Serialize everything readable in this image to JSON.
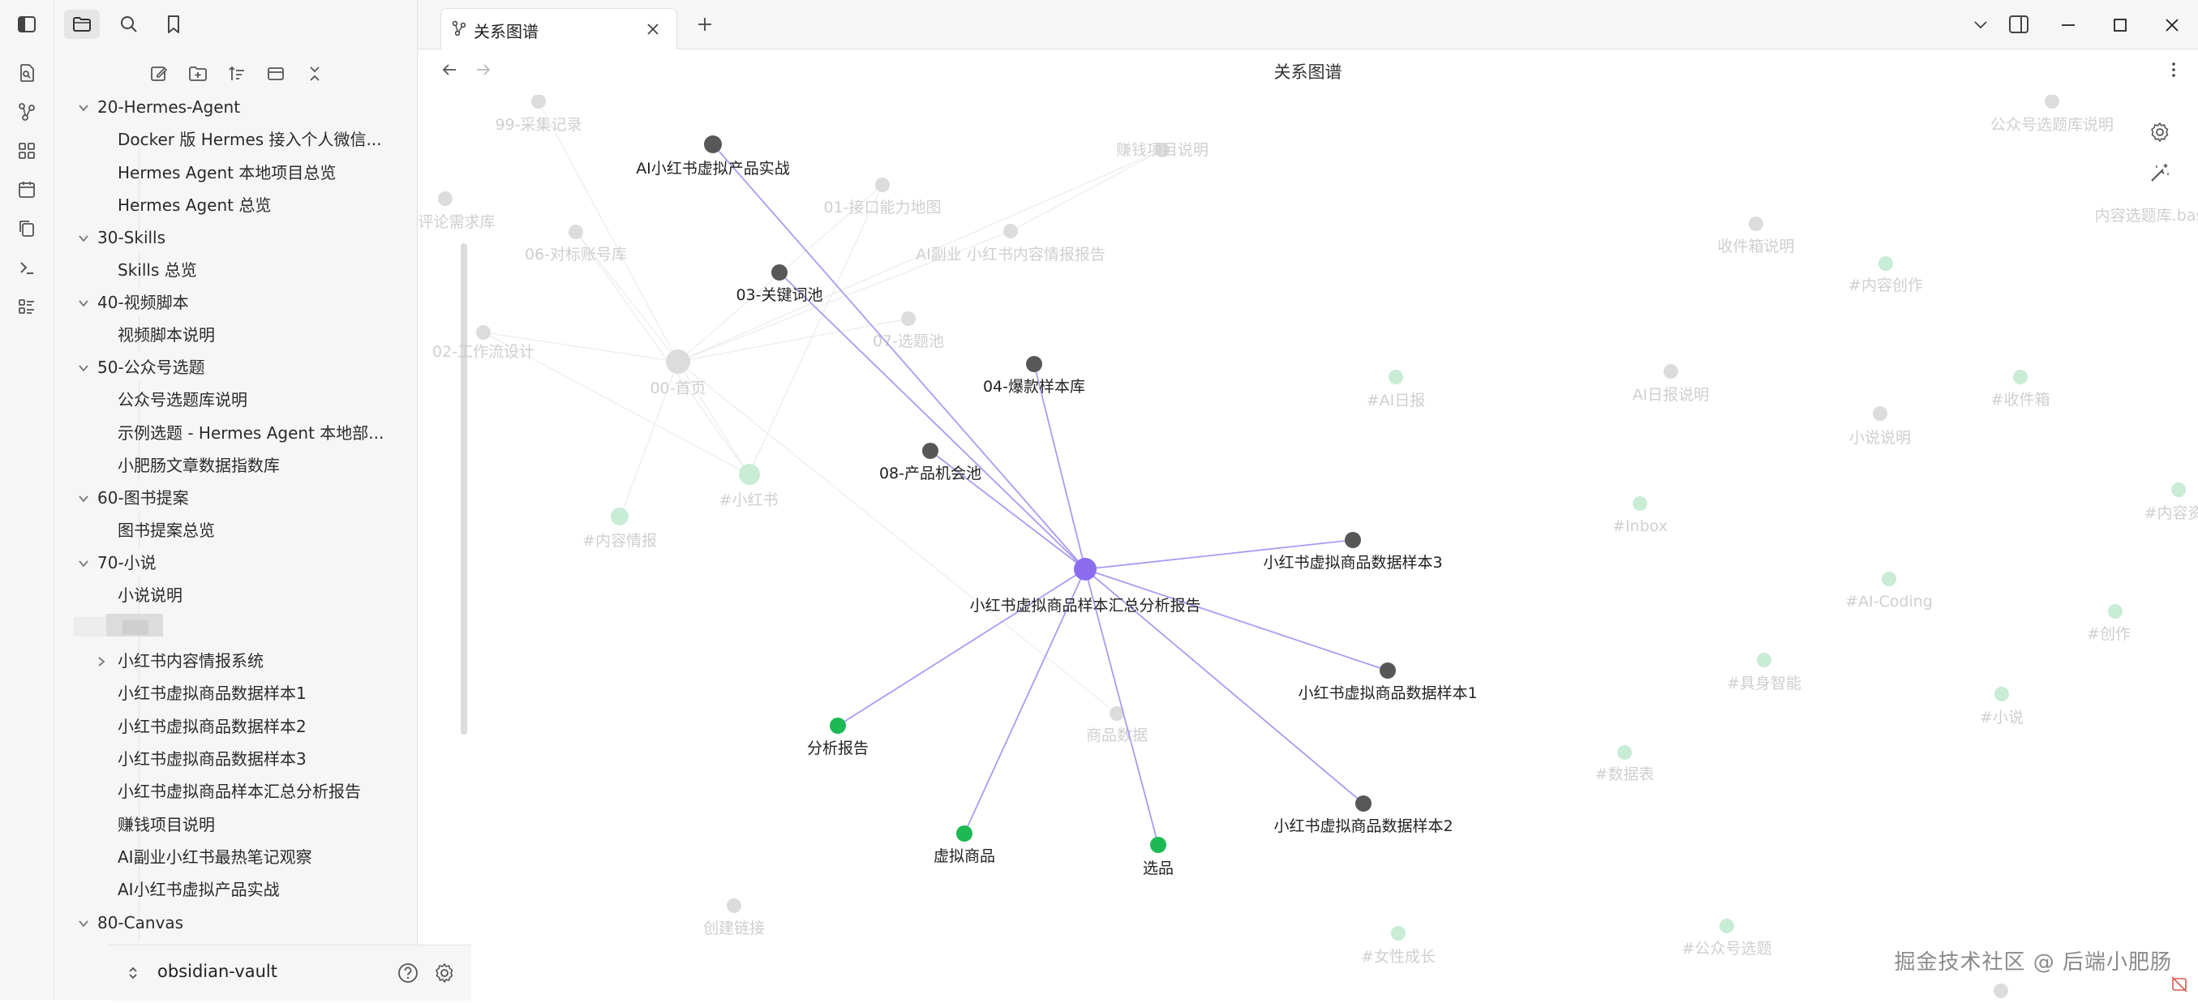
{
  "sidebar": {
    "tree": {
      "f20": "20-Hermes-Agent",
      "f20_items": [
        "Docker 版 Hermes 接入个人微信...",
        "Hermes Agent 本地项目总览",
        "Hermes Agent 总览"
      ],
      "f30": "30-Skills",
      "f30_items": [
        "Skills 总览"
      ],
      "f40": "40-视频脚本",
      "f40_items": [
        "视频脚本说明"
      ],
      "f50": "50-公众号选题",
      "f50_items": [
        "公众号选题库说明",
        "示例选题 - Hermes Agent 本地部...",
        "小肥肠文章数据指数库"
      ],
      "f60": "60-图书提案",
      "f60_items": [
        "图书提案总览"
      ],
      "f70": "70-小说",
      "f70_items": [
        "小说说明"
      ],
      "sub_folder": "小红书内容情报系统",
      "sub_items": [
        "小红书虚拟商品数据样本1",
        "小红书虚拟商品数据样本2",
        "小红书虚拟商品数据样本3",
        "小红书虚拟商品样本汇总分析报告",
        "赚钱项目说明",
        "AI副业小红书最热笔记观察",
        "AI小红书虚拟产品实战"
      ],
      "f80": "80-Canvas"
    },
    "vault_name": "obsidian-vault"
  },
  "tab": {
    "title": "关系图谱"
  },
  "view": {
    "title": "关系图谱"
  },
  "graph": {
    "center": "小红书虚拟商品样本汇总分析报告",
    "linked_notes": [
      "AI小红书虚拟产品实战",
      "03-关键词池",
      "04-爆款样本库",
      "08-产品机会池",
      "小红书虚拟商品数据样本3",
      "小红书虚拟商品数据样本1",
      "小红书虚拟商品数据样本2"
    ],
    "linked_tags": [
      "分析报告",
      "虚拟商品",
      "选品"
    ],
    "faded_notes": [
      "99-采集记录",
      "01-接口能力地图",
      "赚钱项目说明",
      "评论需求库",
      "06-对标账号库",
      "AI副业 小红书内容情报报告",
      "02-工作流设计",
      "00-首页",
      "07-选题池",
      "商品数据",
      "创建链接",
      "收件箱说明",
      "AI日报说明",
      "小说说明",
      "公众号选题库说明",
      "内容选题库.bas"
    ],
    "faded_tags": [
      "#小红书",
      "#内容情报",
      "#AI日报",
      "#内容创作",
      "#收件箱",
      "#Inbox",
      "#AI-Coding",
      "#创作",
      "#具身智能",
      "#小说",
      "#数据表",
      "#女性成长",
      "#公众号选题",
      "#内容资"
    ],
    "colors": {
      "accent": "#8b6cef",
      "note": "#585858",
      "tag": "#1db954",
      "faded": "#d6d6d6",
      "faded_tag": "#c9ecd6",
      "edge": "#a79af0"
    }
  },
  "watermark": "掘金技术社区 @ 后端小肥肠"
}
